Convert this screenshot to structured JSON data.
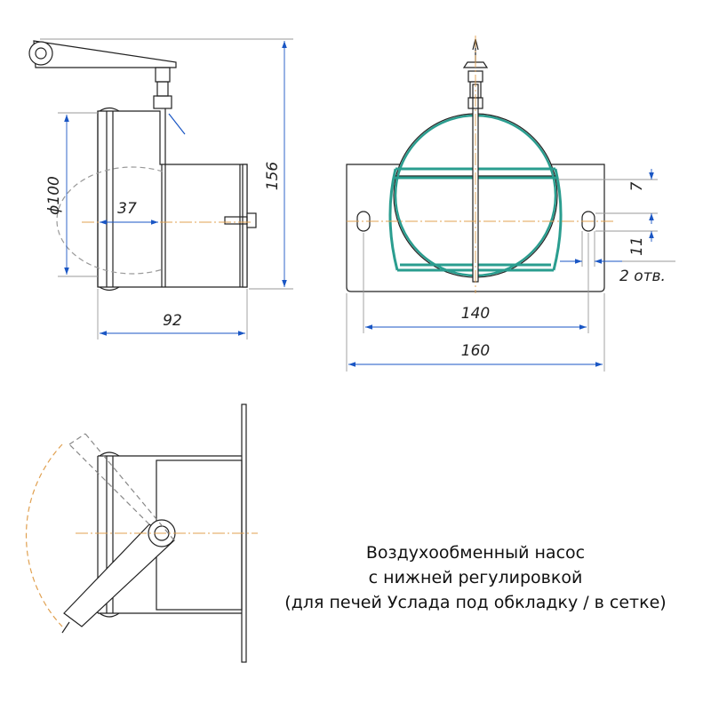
{
  "dimensions": {
    "diameter": "ϕ100",
    "depth_37": "37",
    "length_92": "92",
    "height_156": "156",
    "hole_offset_7": "7",
    "hole_size_11": "11",
    "holes_count": "2 отв.",
    "hole_spacing_140": "140",
    "plate_width_160": "160"
  },
  "caption": {
    "line1": "Воздухообменный насос",
    "line2": "с нижней регулировкой",
    "line3": "(для печей Услада под обкладку / в сетке)"
  },
  "colors": {
    "outline": "#222222",
    "centerline": "#e0a050",
    "damper": "#2a9d8f",
    "dimension": "#1a56c4"
  }
}
